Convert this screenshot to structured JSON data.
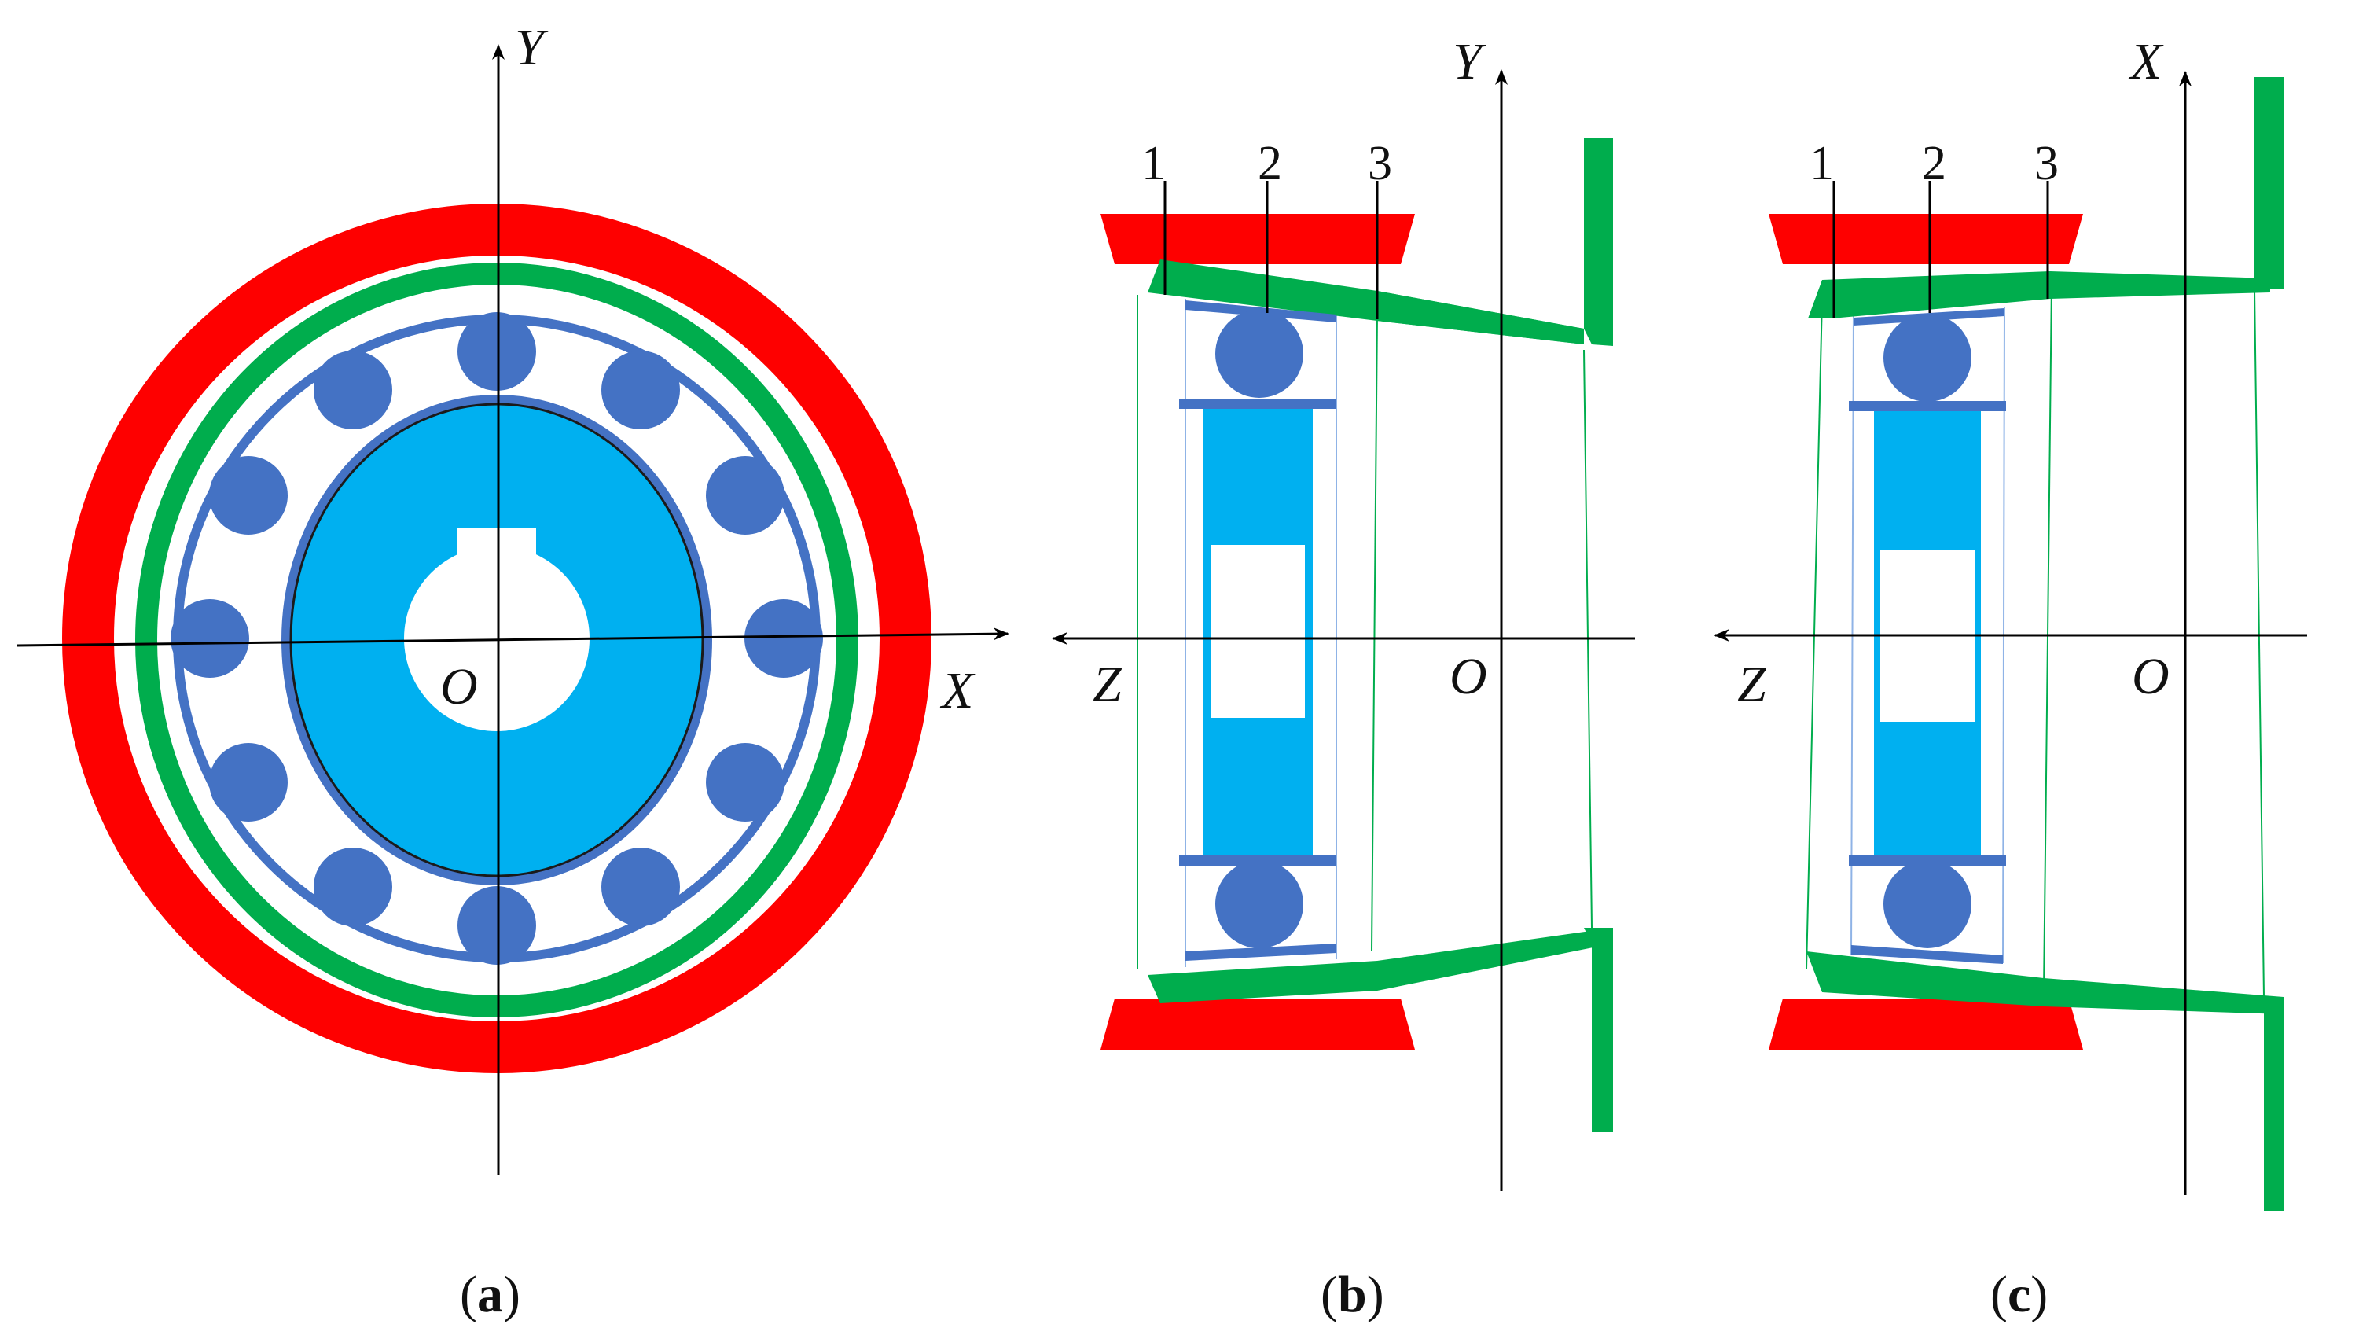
{
  "colors": {
    "red": "#fe0000",
    "green": "#00ad4d",
    "blue_dark": "#4472c4",
    "blue_light": "#00b0f0",
    "black": "#000000"
  },
  "panel_a": {
    "axis_x": "X",
    "axis_y": "Y",
    "origin": "O",
    "caption_open": "(",
    "caption_letter": "a",
    "caption_close": ")"
  },
  "panel_b": {
    "axis_vertical": "Y",
    "axis_horizontal": "Z",
    "origin": "O",
    "label_1": "1",
    "label_2": "2",
    "label_3": "3",
    "caption_open": "(",
    "caption_letter": "b",
    "caption_close": ")"
  },
  "panel_c": {
    "axis_vertical": "X",
    "axis_horizontal": "Z",
    "origin": "O",
    "label_1": "1",
    "label_2": "2",
    "label_3": "3",
    "caption_open": "(",
    "caption_letter": "c",
    "caption_close": ")"
  }
}
